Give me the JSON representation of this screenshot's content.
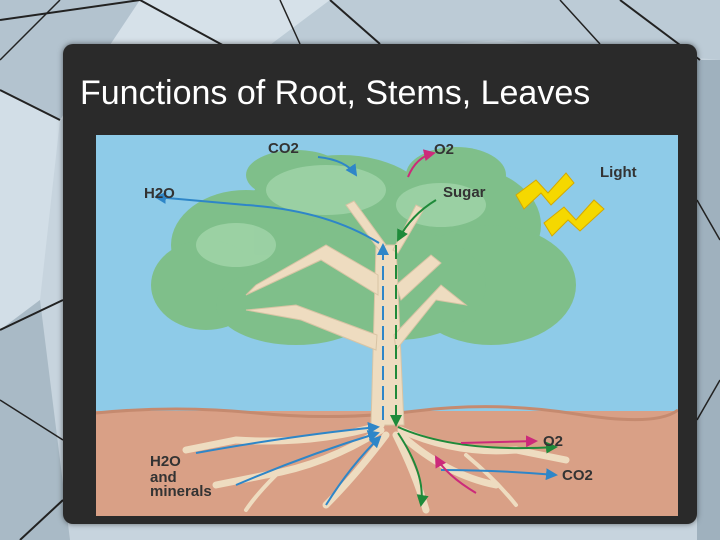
{
  "slide": {
    "title": "Functions of Root, Stems, Leaves"
  },
  "figure": {
    "labels": {
      "co2_top": "CO2",
      "o2_top": "O2",
      "h2o_top": "H2O",
      "light": "Light",
      "sugar": "Sugar",
      "o2_bottom": "O2",
      "co2_bottom": "CO2",
      "h2o_bottom": "H2O",
      "and": "and",
      "minerals": "minerals"
    },
    "colors": {
      "sky": "#8ecbe8",
      "soil": "#d9a086",
      "foliage": "#7fbf8a",
      "trunk": "#eedcc0",
      "xylem_arrow": "#2e86c8",
      "phloem_arrow": "#1f8a3a",
      "gas_arrow": "#cc2a7a",
      "lightning": "#f5d800"
    }
  }
}
